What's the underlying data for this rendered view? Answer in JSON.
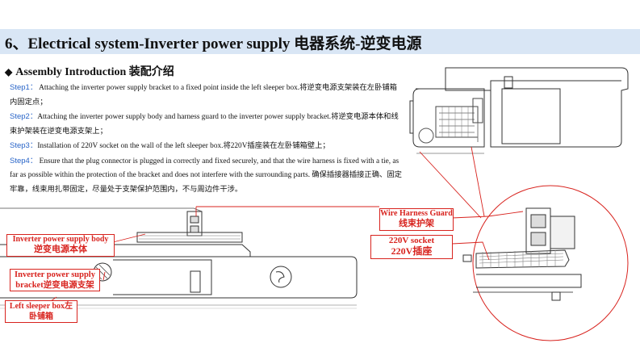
{
  "header": {
    "title": "6、Electrical system-Inverter power supply   电器系统-逆变电源"
  },
  "section": {
    "bullet": "◆",
    "heading": "Assembly Introduction 装配介绍"
  },
  "steps": [
    {
      "label": "Step1：",
      "text": " Attaching the inverter power supply bracket to a fixed point inside the left sleeper box.将逆变电源支架装在左卧铺箱内固定点；"
    },
    {
      "label": "Step2：",
      "text": "Attaching the inverter power supply body and harness guard to the inverter power supply bracket.将逆变电源本体和线束护架装在逆变电源支架上；"
    },
    {
      "label": "Step3：",
      "text": "Installation of 220V socket on the wall of the left sleeper box.将220V插座装在左卧铺箱壁上；"
    },
    {
      "label": "Step4：",
      "text": "  Ensure that the plug connector is plugged in correctly and fixed securely, and that the wire harness is fixed with a tie, as far as possible within the protection of the bracket and does not interfere with the surrounding parts.   确保插接器插接正确、固定牢靠，线束用扎带固定，尽量处于支架保护范围内，不与周边件干涉。"
    }
  ],
  "callouts": {
    "wire_harness_guard_en": "Wire Harness Guard",
    "wire_harness_guard_cn": "线束护架",
    "inverter_body_en": "Inverter power supply body",
    "inverter_body_cn": "逆变电源本体",
    "bracket_en": "Inverter power supply",
    "bracket_cn": "bracket逆变电源支架",
    "sleeper_box": "Left sleeper box左卧铺箱",
    "socket_en": "220V socket",
    "socket_cn": "220V插座"
  },
  "colors": {
    "accent_red": "#d8231e",
    "step_blue": "#2864c8",
    "title_bar_bg": "#d9e6f5"
  }
}
